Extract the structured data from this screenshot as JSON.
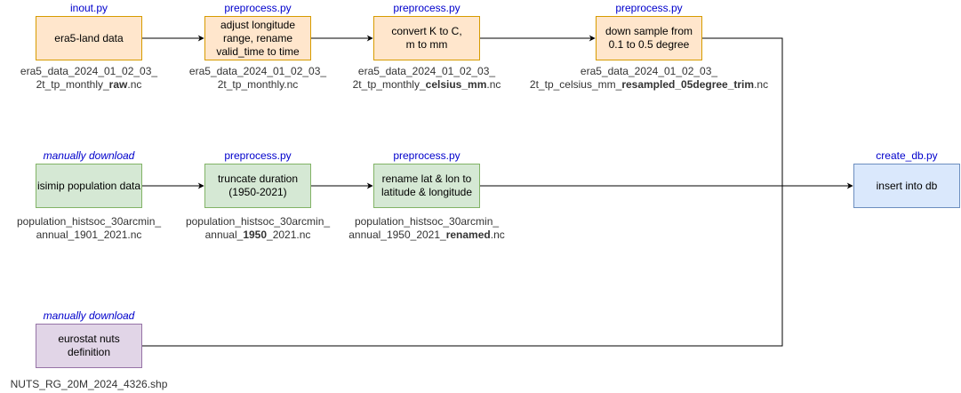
{
  "colors": {
    "orange_fill": "#FFE6CC",
    "orange_stroke": "#D79B00",
    "green_fill": "#D5E8D4",
    "green_stroke": "#82B366",
    "purple_fill": "#E1D5E7",
    "purple_stroke": "#9673A6",
    "blue_fill": "#DAE8FC",
    "blue_stroke": "#6C8EBF",
    "script_text": "#0000CC",
    "file_text": "#333333",
    "edge": "#000000"
  },
  "nodes": [
    {
      "id": "era5",
      "script": "inout.py",
      "label": "era5-land data",
      "file": {
        "line1": "era5_data_2024_01_02_03_",
        "line2_pre": "2t_tp_monthly_",
        "line2_bold": "raw",
        "line2_post": ".nc"
      }
    },
    {
      "id": "adjust",
      "script": "preprocess.py",
      "label": "adjust longitude\nrange, rename\nvalid_time to time",
      "file": {
        "line1": "era5_data_2024_01_02_03_",
        "line2_pre": "2t_tp_monthly.nc",
        "line2_bold": "",
        "line2_post": ""
      }
    },
    {
      "id": "convert",
      "script": "preprocess.py",
      "label": "convert K to C,\nm to mm",
      "file": {
        "line1": "era5_data_2024_01_02_03_",
        "line2_pre": "2t_tp_monthly_",
        "line2_bold": "celsius_mm",
        "line2_post": ".nc"
      }
    },
    {
      "id": "downsample",
      "script": "preprocess.py",
      "label": "down sample from\n0.1 to 0.5 degree",
      "file": {
        "line1": "era5_data_2024_01_02_03_",
        "line2_pre": "2t_tp_celsius_mm_",
        "line2_bold": "resampled_05degree_trim",
        "line2_post": ".nc"
      }
    },
    {
      "id": "isimip",
      "script": "manually download",
      "label": "isimip population data",
      "file": {
        "line1": "population_histsoc_30arcmin_",
        "line2_pre": "annual_1901_2021.nc",
        "line2_bold": "",
        "line2_post": ""
      }
    },
    {
      "id": "truncate",
      "script": "preprocess.py",
      "label": "truncate duration\n(1950-2021)",
      "file": {
        "line1": "population_histsoc_30arcmin_",
        "line2_pre": "annual_",
        "line2_bold": "1950",
        "line2_post": "_2021.nc"
      }
    },
    {
      "id": "rename",
      "script": "preprocess.py",
      "label": "rename lat & lon to\nlatitude & longitude",
      "file": {
        "line1": "population_histsoc_30arcmin_",
        "line2_pre": "annual_1950_2021_",
        "line2_bold": "renamed",
        "line2_post": ".nc"
      }
    },
    {
      "id": "eurostat",
      "script": "manually download",
      "label": "eurostat nuts\ndefinition",
      "file": {
        "line1": "NUTS_RG_20M_2024_4326.shp",
        "line2_pre": "",
        "line2_bold": "",
        "line2_post": ""
      }
    },
    {
      "id": "createdb",
      "script": "create_db.py",
      "label": "insert into db",
      "file": {
        "line1": "",
        "line2_pre": "",
        "line2_bold": "",
        "line2_post": ""
      }
    }
  ],
  "edges": [
    {
      "from": "era5",
      "to": "adjust"
    },
    {
      "from": "adjust",
      "to": "convert"
    },
    {
      "from": "convert",
      "to": "downsample"
    },
    {
      "from": "downsample",
      "to": "createdb"
    },
    {
      "from": "isimip",
      "to": "truncate"
    },
    {
      "from": "truncate",
      "to": "rename"
    },
    {
      "from": "rename",
      "to": "createdb"
    },
    {
      "from": "eurostat",
      "to": "createdb"
    }
  ]
}
